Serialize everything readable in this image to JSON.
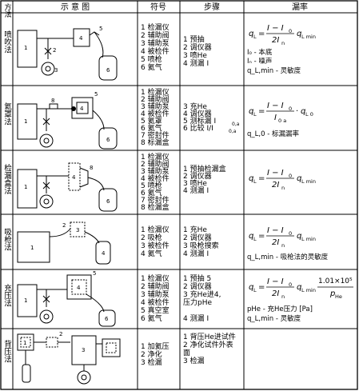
{
  "header": {
    "col_method": "方法",
    "col_diagram": "示 意 图",
    "col_symbol": "符号",
    "col_steps": "步骤",
    "col_leak": "漏率"
  },
  "rows": [
    {
      "method": "喷吹法",
      "symbols": [
        "1 检漏仪",
        "2 辅助阀",
        "3 辅助泵",
        "4 被检件",
        "5 喷枪",
        "6 氦气"
      ],
      "steps": [
        "1 预抽",
        "2 调仪器",
        "3 喷He",
        "4 测漏 I"
      ],
      "formula": {
        "lhs": "q",
        "lhs_sub": "L",
        "num": "I − I",
        "num_sub": "0",
        "den": "2I",
        "den_sub": "n",
        "tail": "q",
        "tail_sub": "L min",
        "suffix": ""
      },
      "notes": [
        "I₀ - 本底",
        "Iₙ - 噪声",
        "q_L,min - 灵敏度"
      ]
    },
    {
      "method": "氦罩法",
      "symbols": [
        "1 检漏仪",
        "2 辅助阀",
        "3 辅助泵",
        "4 被检件",
        "5 氦罩",
        "6 氦气",
        "7 密封件",
        "8 标漏盒"
      ],
      "steps": [
        "3 充He",
        "4 调仪器",
        "5 测标漏 I",
        "6 比较 I/I"
      ],
      "formula": {
        "lhs": "q",
        "lhs_sub": "L",
        "num": "I − I",
        "num_sub": "0",
        "den": "I",
        "den_sub": "0 a",
        "tail": "q",
        "tail_sub": "L 0",
        "suffix": ""
      },
      "notes": [
        "q_L,0 - 标漏漏率"
      ]
    },
    {
      "method": "检漏盒法",
      "symbols": [
        "1 检漏仪",
        "2 辅助阀",
        "3 辅助泵",
        "4 被检件",
        "5 喷枪",
        "6 氦气",
        "7 密封件",
        "8 检漏盒"
      ],
      "steps": [
        "1 预抽检漏盒",
        "2 调仪器",
        "3 喷He",
        "4 测漏 I"
      ],
      "formula": {
        "lhs": "q",
        "lhs_sub": "L",
        "num": "I − I",
        "num_sub": "0",
        "den": "2I",
        "den_sub": "n",
        "tail": "q",
        "tail_sub": "L min",
        "suffix": ""
      },
      "notes": []
    },
    {
      "method": "吸枪法",
      "symbols": [
        "1 检漏仪",
        "2 吸枪",
        "3 被检件",
        "4 氦气"
      ],
      "steps": [
        "1 充He",
        "2 调仪器",
        "3 吸枪搜索",
        "4 测漏 I"
      ],
      "formula": {
        "lhs": "q",
        "lhs_sub": "L",
        "num": "I − I",
        "num_sub": "0",
        "den": "2I",
        "den_sub": "n",
        "tail": "q",
        "tail_sub": "L min",
        "suffix": ""
      },
      "notes": [
        "q_L,min - 吸枪法的灵敏度"
      ]
    },
    {
      "method": "充压法",
      "symbols": [
        "1 检漏仪",
        "2 辅助阀",
        "3 辅助泵",
        "4 被检件",
        "5 真空室",
        "6 氦气"
      ],
      "steps": [
        "1 预抽 5",
        "2 调仪器",
        "3 充He进4,",
        "   压力pHe",
        "4 测漏 I"
      ],
      "formula": {
        "lhs": "q",
        "lhs_sub": "L",
        "num": "I − I",
        "num_sub": "0",
        "den": "2I",
        "den_sub": "n",
        "tail": "q",
        "tail_sub": "L min",
        "suffix": "1.01×10⁵",
        "suffix_den": "p",
        "suffix_den_sub": "He"
      },
      "notes": [
        "pHe - 充He压力 [Pa]",
        "q_L,min - 灵敏度"
      ]
    },
    {
      "method": "背压法",
      "symbols": [
        "1 加氦压",
        "2 净化",
        "3 检漏"
      ],
      "steps": [
        "1 背压He进试件",
        "2 净化试件外表",
        "   面",
        "3 检漏"
      ],
      "formula": null,
      "notes": []
    }
  ]
}
